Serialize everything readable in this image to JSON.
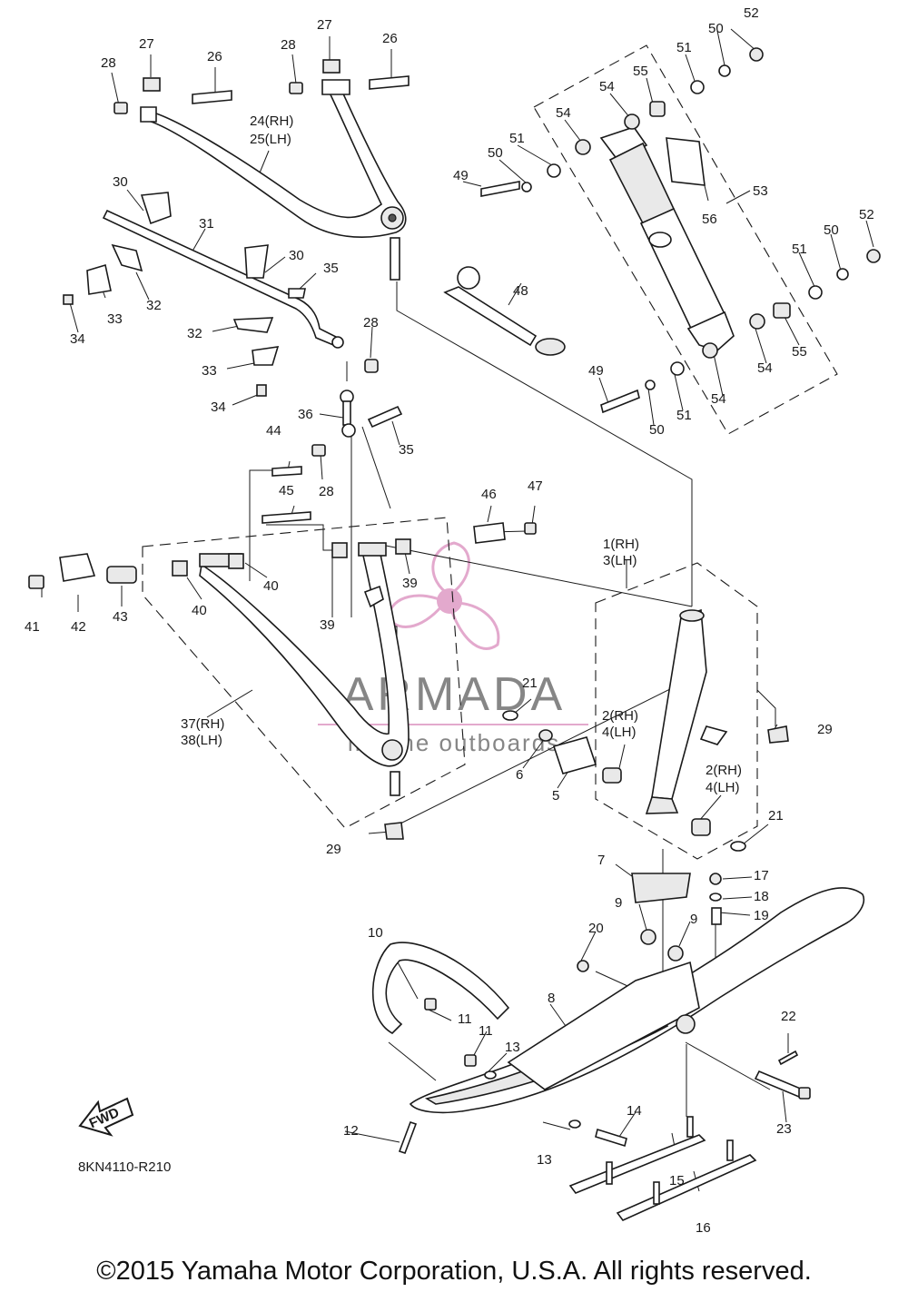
{
  "diagram_code": "8KN4110-R210",
  "direction_badge": "FWD",
  "copyright": "©2015 Yamaha Motor Corporation, U.S.A. All rights reserved.",
  "watermark": {
    "brand": "ARMADA",
    "tagline": "marine outboards",
    "accent_color": "#e0a0c8"
  },
  "callouts": {
    "c1": "1(RH)",
    "c3": "3(LH)",
    "c2a": "2(RH)",
    "c4a": "4(LH)",
    "c2b": "2(RH)",
    "c4b": "4(LH)",
    "c5": "5",
    "c6": "6",
    "c7": "7",
    "c8": "8",
    "c9a": "9",
    "c9b": "9",
    "c10": "10",
    "c11a": "11",
    "c11b": "11",
    "c12": "12",
    "c13a": "13",
    "c13b": "13",
    "c14": "14",
    "c15": "15",
    "c16": "16",
    "c17": "17",
    "c18": "18",
    "c19": "19",
    "c20": "20",
    "c21a": "21",
    "c21b": "21",
    "c22": "22",
    "c23": "23",
    "c24": "24(RH)",
    "c25": "25(LH)",
    "c26a": "26",
    "c26b": "26",
    "c27a": "27",
    "c27b": "27",
    "c28a": "28",
    "c28b": "28",
    "c28c": "28",
    "c28d": "28",
    "c29a": "29",
    "c29b": "29",
    "c30a": "30",
    "c30b": "30",
    "c31": "31",
    "c32a": "32",
    "c32b": "32",
    "c33a": "33",
    "c33b": "33",
    "c34a": "34",
    "c34b": "34",
    "c35a": "35",
    "c35b": "35",
    "c36": "36",
    "c37": "37(RH)",
    "c38": "38(LH)",
    "c39a": "39",
    "c39b": "39",
    "c40a": "40",
    "c40b": "40",
    "c41": "41",
    "c42": "42",
    "c43": "43",
    "c44": "44",
    "c45": "45",
    "c46": "46",
    "c47": "47",
    "c48": "48",
    "c49a": "49",
    "c49b": "49",
    "c50a": "50",
    "c50b": "50",
    "c50c": "50",
    "c50d": "50",
    "c51a": "51",
    "c51b": "51",
    "c51c": "51",
    "c51d": "51",
    "c52a": "52",
    "c52b": "52",
    "c53": "53",
    "c54a": "54",
    "c54b": "54",
    "c54c": "54",
    "c54d": "54",
    "c55a": "55",
    "c55b": "55",
    "c56": "56"
  }
}
